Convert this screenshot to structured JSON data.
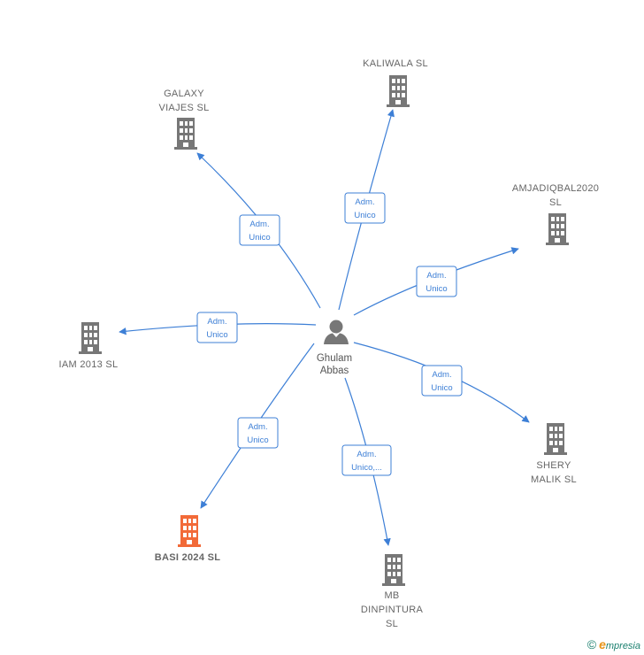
{
  "center": {
    "name_lines": [
      "Ghulam",
      "Abbas"
    ],
    "icon": "person-icon"
  },
  "companies": [
    {
      "id": "kaliwala",
      "label_lines": [
        "KALIWALA  SL"
      ],
      "role_lines": [
        "Adm.",
        "Unico"
      ],
      "color": "#777777",
      "icon": "building-icon"
    },
    {
      "id": "galaxy",
      "label_lines": [
        "GALAXY",
        "VIAJES SL"
      ],
      "role_lines": [
        "Adm.",
        "Unico"
      ],
      "color": "#777777",
      "icon": "building-icon"
    },
    {
      "id": "amjad",
      "label_lines": [
        "AMJADIQBAL2020",
        "SL"
      ],
      "role_lines": [
        "Adm.",
        "Unico"
      ],
      "color": "#777777",
      "icon": "building-icon"
    },
    {
      "id": "iam",
      "label_lines": [
        "IAM 2013 SL"
      ],
      "role_lines": [
        "Adm.",
        "Unico"
      ],
      "color": "#777777",
      "icon": "building-icon"
    },
    {
      "id": "shery",
      "label_lines": [
        "SHERY",
        "MALIK  SL"
      ],
      "role_lines": [
        "Adm.",
        "Unico"
      ],
      "color": "#777777",
      "icon": "building-icon"
    },
    {
      "id": "basi",
      "label_lines": [
        "BASI 2024  SL"
      ],
      "role_lines": [
        "Adm.",
        "Unico"
      ],
      "color": "#f26a38",
      "icon": "building-icon"
    },
    {
      "id": "mb",
      "label_lines": [
        "MB",
        "DINPINTURA",
        "SL"
      ],
      "role_lines": [
        "Adm.",
        "Unico,..."
      ],
      "color": "#777777",
      "icon": "building-icon"
    }
  ],
  "brand": {
    "copyright": "©",
    "e": "e",
    "rest": "mpresia"
  }
}
